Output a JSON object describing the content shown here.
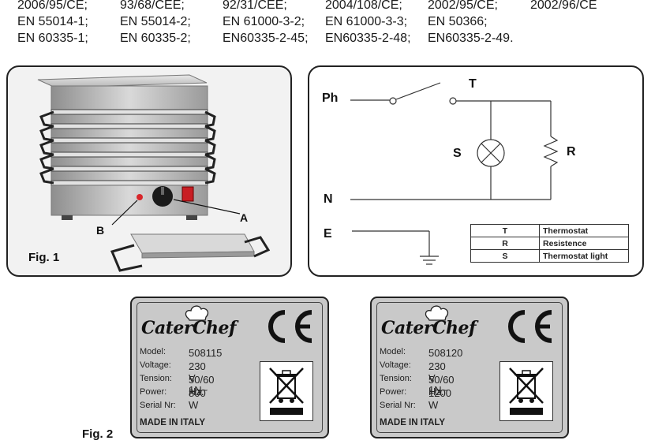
{
  "standards": [
    [
      "2006/95/CE;",
      "93/68/CEE;",
      "92/31/CEE;",
      "2004/108/CE;",
      "2002/95/CE;",
      "2002/96/CE"
    ],
    [
      "EN 55014-1;",
      "EN 55014-2;",
      "EN 61000-3-2;",
      "EN 61000-3-3;",
      "EN 50366;",
      ""
    ],
    [
      "EN 60335-1;",
      "EN 60335-2;",
      "EN60335-2-45;",
      "EN60335-2-48;",
      "EN60335-2-49.",
      ""
    ]
  ],
  "fig1": {
    "caption": "Fig. 1",
    "callout_a": "A",
    "callout_b": "B"
  },
  "circuit": {
    "label_ph": "Ph",
    "label_t": "T",
    "label_s": "S",
    "label_r": "R",
    "label_n": "N",
    "label_e": "E",
    "legend": [
      {
        "key": "T",
        "value": "Thermostat"
      },
      {
        "key": "R",
        "value": "Resistence"
      },
      {
        "key": "S",
        "value": "Thermostat light"
      }
    ]
  },
  "fig2": {
    "caption": "Fig. 2"
  },
  "plates": [
    {
      "brand": "CaterChef",
      "ce_mark": "CE",
      "model_label": "Model:",
      "model": "508115",
      "voltage_label": "Voltage:",
      "voltage": "230 V 1N~",
      "tension_label": "Tension:",
      "tension": "50/60 Hz.",
      "power_label": "Power:",
      "power": "800 W",
      "serial_label": "Serial Nr:",
      "made_in": "MADE IN ITALY"
    },
    {
      "brand": "CaterChef",
      "ce_mark": "CE",
      "model_label": "Model:",
      "model": "508120",
      "voltage_label": "Voltage:",
      "voltage": "230 V 1N~",
      "tension_label": "Tension:",
      "tension": "50/60 Hz.",
      "power_label": "Power:",
      "power": "1200 W",
      "serial_label": "Serial Nr:",
      "made_in": "MADE IN ITALY"
    }
  ]
}
